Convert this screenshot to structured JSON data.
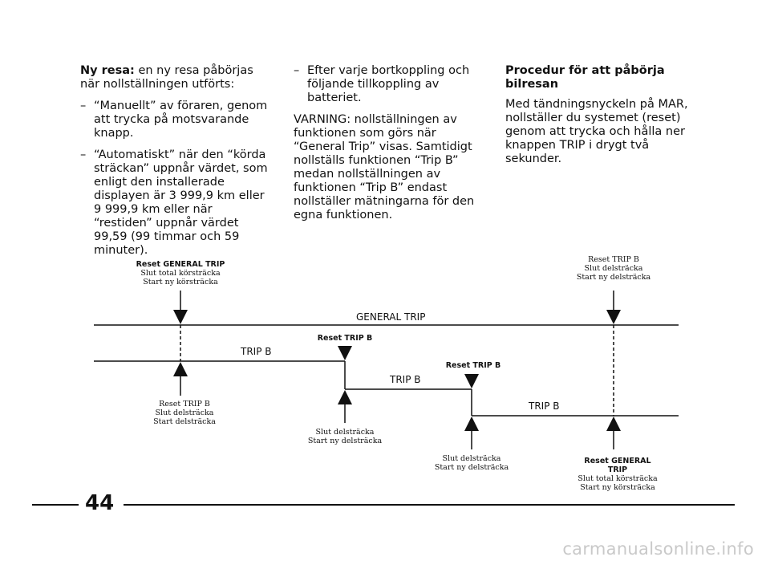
{
  "col1": {
    "new_trip_label": "Ny resa:",
    "new_trip_text": " en ny resa påbörjas när nollställningen utförts:",
    "items": [
      "“Manuellt” av föraren, genom att trycka på motsvarande knapp.",
      "“Automatiskt” när den “körda sträckan” uppnår värdet, som enligt den installerade displayen är 3 999,9 km eller 9 999,9 km eller när “restiden” uppnår värdet 99,59 (99 timmar och 59 minuter)."
    ]
  },
  "col2": {
    "items": [
      "Efter varje bortkoppling och följande tillkoppling av batteriet."
    ],
    "warning": "VARNING: nollställningen av funktionen som görs när “General Trip” visas. Samtidigt nollställs funktionen “Trip B” medan nollställningen av funktionen “Trip B” endast nollställer mätningarna för den egna funktionen."
  },
  "col3": {
    "heading": "Procedur för att påbörja bilresan",
    "text": "Med tändningsnyckeln på MAR, nollställer du systemet (reset) genom att trycka och hålla ner knappen TRIP i drygt två sekunder."
  },
  "diagram": {
    "general_trip": "GENERAL TRIP",
    "trip_b": "TRIP B",
    "top_left": {
      "title": "Reset GENERAL TRIP",
      "line1": "Slut total körsträcka",
      "line2": "Start ny körsträcka"
    },
    "top_right": {
      "line0": "Reset TRIP B",
      "line1": "Slut delsträcka",
      "line2": "Start ny delsträcka"
    },
    "reset_trip_b": "Reset TRIP B",
    "bottom_1": {
      "line0": "Reset TRIP B",
      "line1": "Slut delsträcka",
      "line2": "Start delsträcka"
    },
    "bottom_2": {
      "line1": "Slut delsträcka",
      "line2": "Start ny delsträcka"
    },
    "bottom_3": {
      "line1": "Slut delsträcka",
      "line2": "Start ny delsträcka"
    },
    "bottom_4": {
      "title1": "Reset GENERAL",
      "title2": "TRIP",
      "line1": "Slut total körsträcka",
      "line2": "Start ny körsträcka"
    }
  },
  "page_number": "44",
  "watermark": "carmanualsonline.info"
}
